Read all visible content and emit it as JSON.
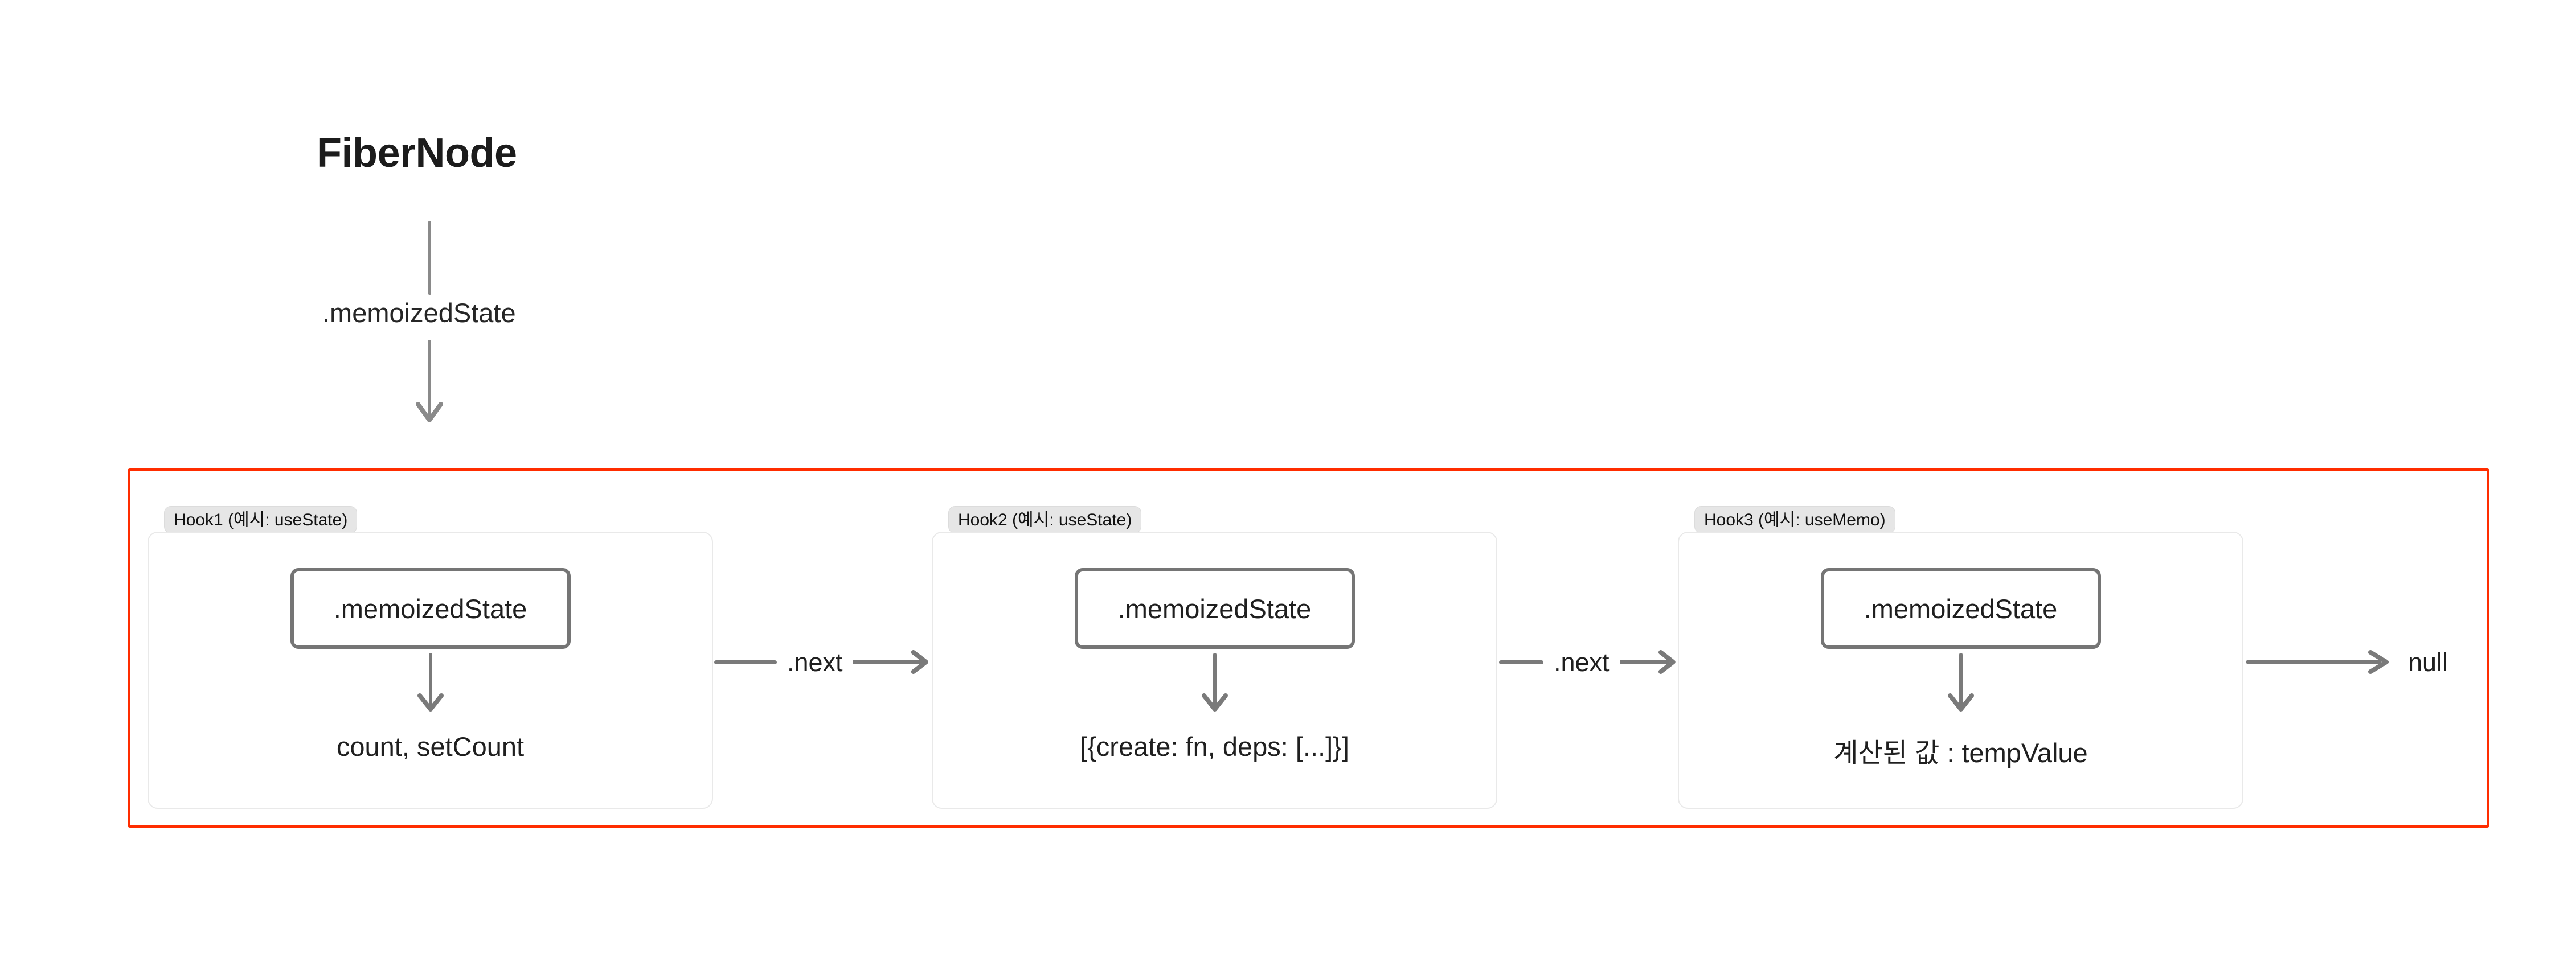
{
  "diagram": {
    "title": "FiberNode",
    "root_link_label": ".memoizedState",
    "terminator_label": "null",
    "colors": {
      "container_border": "#FF2D00",
      "card_border": "#E9E9E9",
      "badge_background": "#E6E6E6",
      "memo_box_border": "#757575",
      "arrow": "#7A7A7A",
      "text": "#1F1F1F",
      "background": "#FFFFFF"
    },
    "hooks": [
      {
        "badge": "Hook1 (예시: useState)",
        "memoized_state_label": ".memoizedState",
        "value": "count, setCount",
        "next_label": ".next"
      },
      {
        "badge": "Hook2 (예시: useState)",
        "memoized_state_label": ".memoizedState",
        "value": "[{create: fn, deps: [...]}]",
        "next_label": ".next"
      },
      {
        "badge": "Hook3 (예시: useMemo)",
        "memoized_state_label": ".memoizedState",
        "value": "계산된 값 : tempValue",
        "next_label": "null"
      }
    ]
  }
}
